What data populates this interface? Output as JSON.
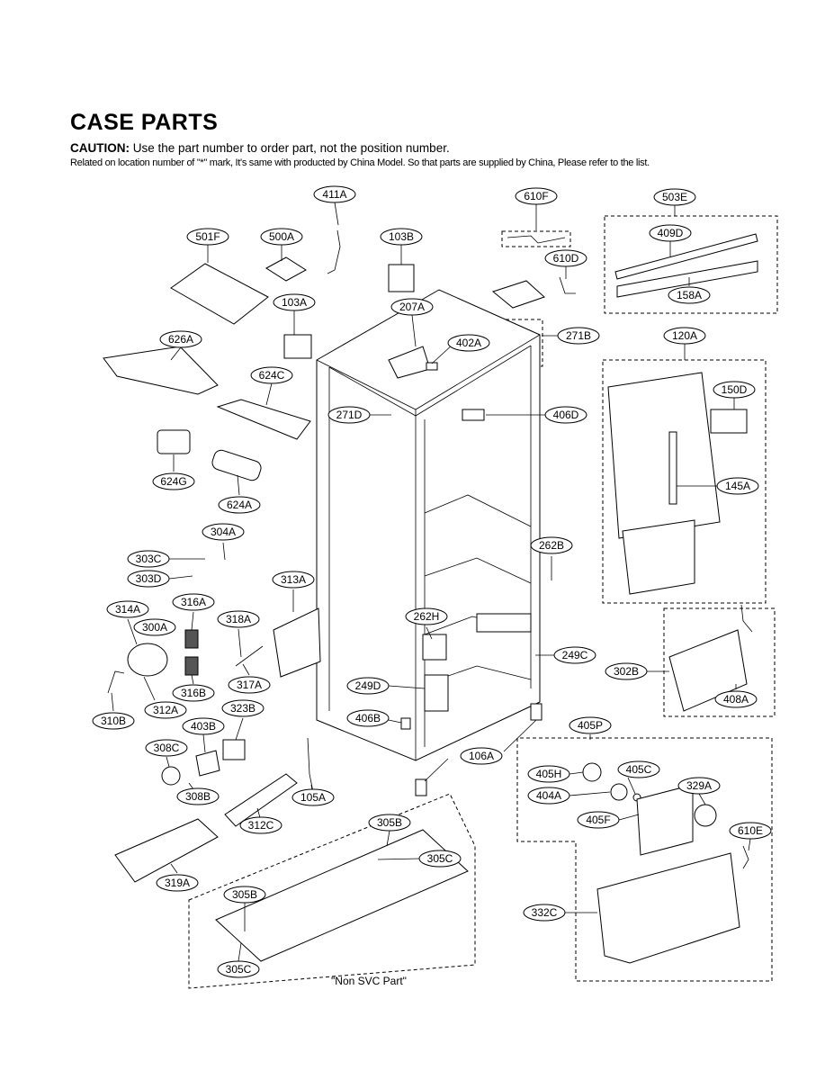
{
  "header": {
    "title": "CASE PARTS",
    "caution_label": "CAUTION:",
    "caution_text": " Use the part number to order part, not the position number.",
    "related_note": "Related on location number of \"*\" mark, It's same with producted by China Model. So that parts are supplied by China, Please refer to the list."
  },
  "labels": {
    "p411A": "411A",
    "p610F": "610F",
    "p503E": "503E",
    "p501F": "501F",
    "p500A": "500A",
    "p103B": "103B",
    "p409D": "409D",
    "p610D": "610D",
    "p158A": "158A",
    "p103A": "103A",
    "p207A": "207A",
    "p402A": "402A",
    "p271B": "271B",
    "p626A": "626A",
    "p120A": "120A",
    "p624C": "624C",
    "p271D": "271D",
    "p406D": "406D",
    "p150D": "150D",
    "p624G": "624G",
    "p145A": "145A",
    "p624A": "624A",
    "p304A": "304A",
    "p262B": "262B",
    "p303C": "303C",
    "p303D": "303D",
    "p313A": "313A",
    "p314A": "314A",
    "p316A": "316A",
    "p318A": "318A",
    "p262H": "262H",
    "p300A": "300A",
    "p249C": "249C",
    "p302B": "302B",
    "p317A": "317A",
    "p316B": "316B",
    "p249D": "249D",
    "p408A": "408A",
    "p312A": "312A",
    "p323B": "323B",
    "p310B": "310B",
    "p403B": "403B",
    "p406B": "406B",
    "p405P": "405P",
    "p308C": "308C",
    "p106A": "106A",
    "p405H": "405H",
    "p405C": "405C",
    "p308B": "308B",
    "p105A": "105A",
    "p404A": "404A",
    "p329A": "329A",
    "p305B_top": "305B",
    "p312C": "312C",
    "p405F": "405F",
    "p610E": "610E",
    "p305C_top": "305C",
    "p319A": "319A",
    "p305B_bottom": "305B",
    "p332C": "332C",
    "p305C_bottom": "305C",
    "non_svc_part": "\"Non SVC Part\""
  }
}
